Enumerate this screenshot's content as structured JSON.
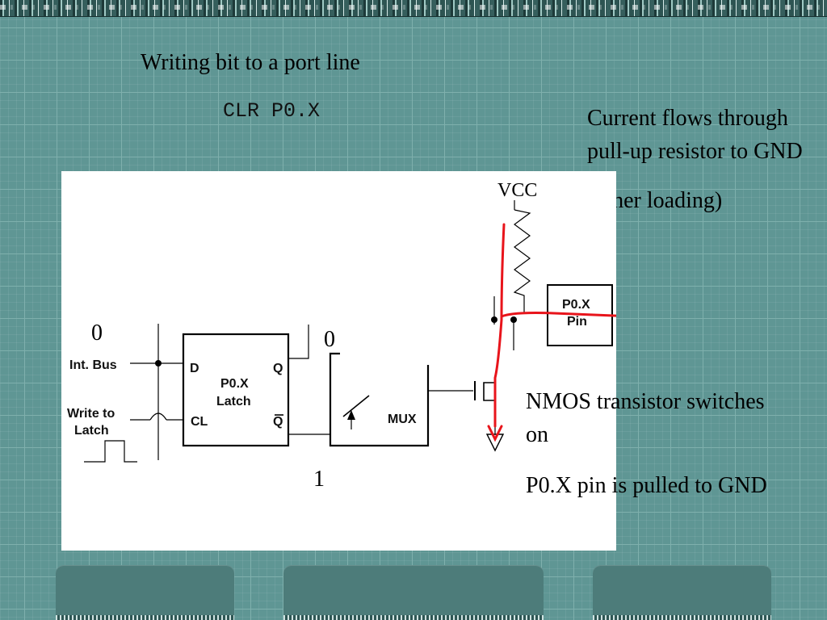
{
  "slide": {
    "title": "Writing bit to a port line",
    "instruction": "CLR P0.X"
  },
  "notes": {
    "top": [
      "Current flows through pull-up resistor to GND",
      "(other loading)"
    ],
    "bottom": [
      "NMOS transistor switches on",
      "P0.X pin is pulled to GND"
    ]
  },
  "diagram": {
    "int_bus_label": "Int. Bus",
    "write_latch_label_1": "Write to",
    "write_latch_label_2": "Latch",
    "int_bus_value": "0",
    "q_value": "0",
    "qbar_value": "1",
    "latch": {
      "d": "D",
      "q": "Q",
      "cl": "CL",
      "qbar": "Q",
      "name_1": "P0.X",
      "name_2": "Latch"
    },
    "mux_label": "MUX",
    "vcc_label": "VCC",
    "pin_label_1": "P0.X",
    "pin_label_2": "Pin",
    "current_path_color": "#e8141b"
  },
  "banner": {
    "icon": "circuit-board-strip"
  }
}
